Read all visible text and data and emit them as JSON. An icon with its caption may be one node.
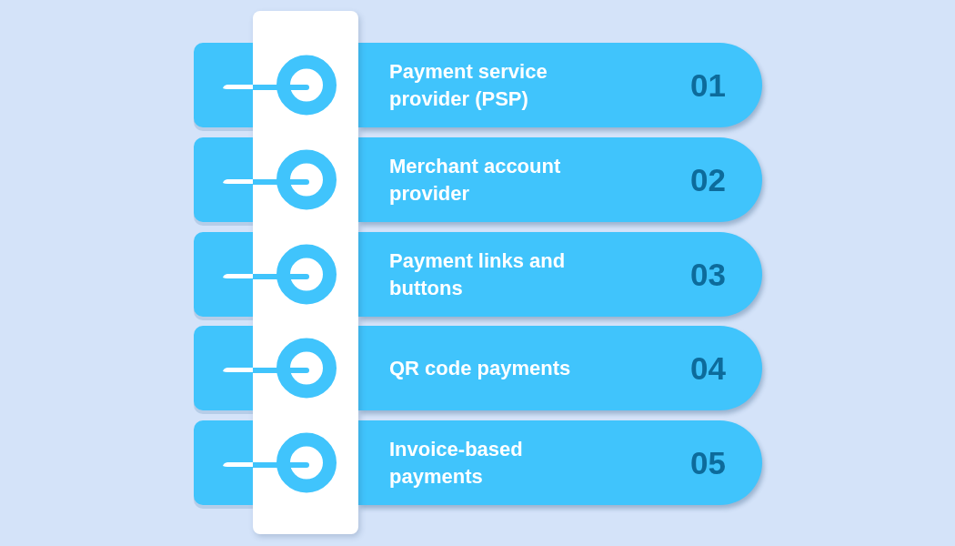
{
  "diagram": {
    "nodes": [
      {
        "text": [
          "Payment service provider (PSP)",
          "01"
        ]
      },
      {
        "text": [
          "Merchant account provider",
          "02"
        ]
      },
      {
        "text": [
          "Payment links and buttons",
          "03"
        ]
      },
      {
        "text": [
          "QR code payments",
          "04"
        ]
      },
      {
        "text": [
          "Invoice-based payments",
          "05"
        ]
      }
    ]
  }
}
